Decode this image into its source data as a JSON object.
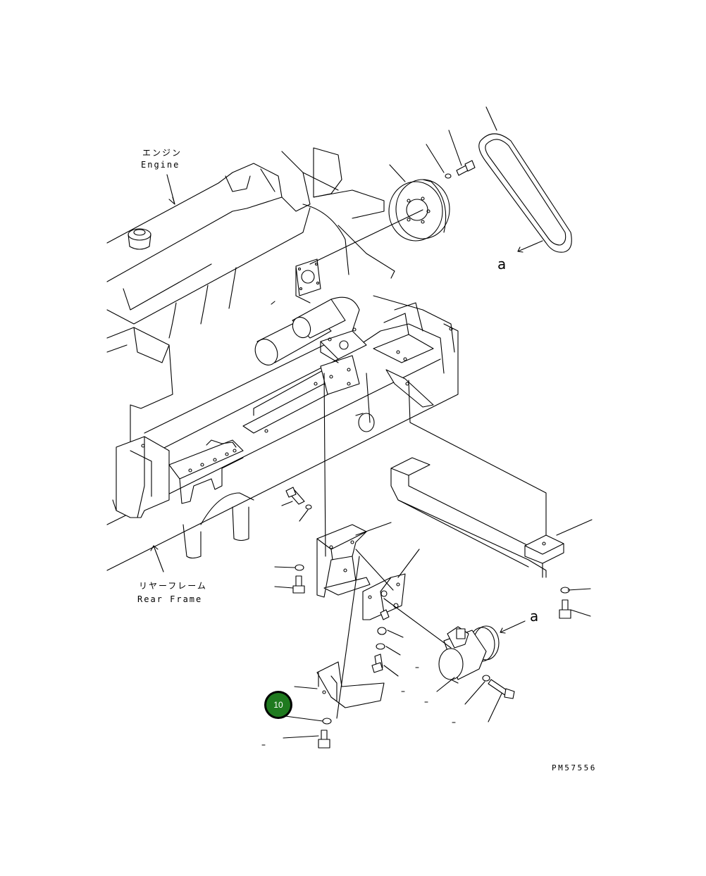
{
  "labels": {
    "engine_jp": "エンジン",
    "engine_en": "Engine",
    "rear_frame_jp": "リヤーフレーム",
    "rear_frame_en": "Rear Frame",
    "view_a_top": "a",
    "view_a_right": "a",
    "drawing_code": "PM57556"
  },
  "callout": {
    "number": "10",
    "color": "#1f7a1f"
  }
}
